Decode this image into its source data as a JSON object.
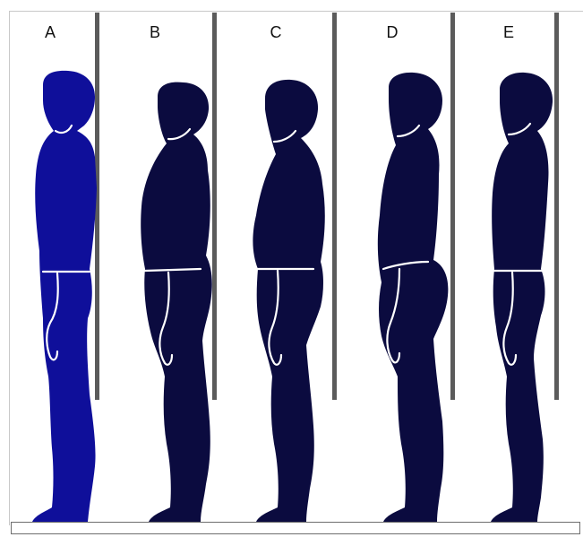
{
  "figures": [
    {
      "letter": "A",
      "color": "#0f0f9a"
    },
    {
      "letter": "B",
      "color": "#0b0b3f"
    },
    {
      "letter": "C",
      "color": "#0b0b3f"
    },
    {
      "letter": "D",
      "color": "#0b0b3f"
    },
    {
      "letter": "E",
      "color": "#0b0b3f"
    }
  ],
  "post_color": "#5b5b5b"
}
